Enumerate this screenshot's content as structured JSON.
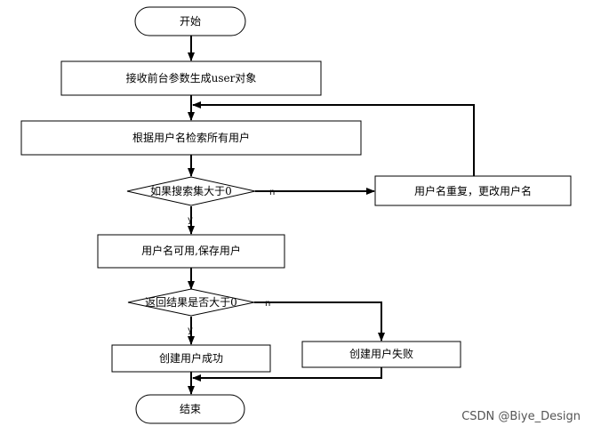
{
  "nodes": {
    "start": "开始",
    "receive_params": "接收前台参数生成user对象",
    "query_user": "根据用户名检索所有用户",
    "check_set": "如果搜索集大于0",
    "duplicate": "用户名重复，更改用户名",
    "available_save": "用户名可用,保存用户",
    "check_result": "返回结果是否大于0",
    "create_success": "创建用户成功",
    "create_fail": "创建用户失败",
    "end": "结束"
  },
  "edge_labels": {
    "check_set_no": "n",
    "check_set_yes": "y",
    "check_result_no": "n",
    "check_result_yes": "y"
  },
  "watermark": "CSDN @Biye_Design"
}
